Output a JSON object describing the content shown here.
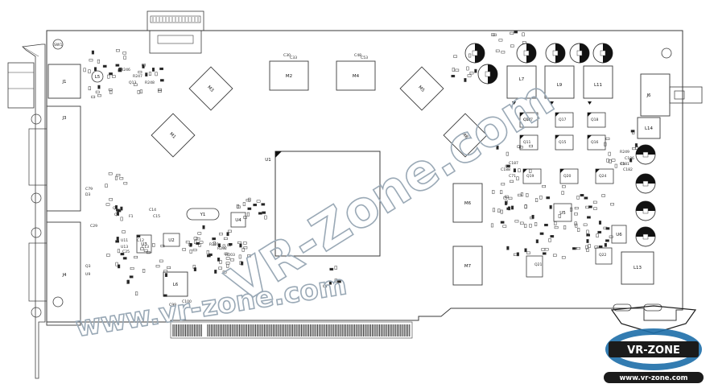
{
  "watermark": {
    "main": "VR-Zone.com",
    "url": "www.vr-zone.com",
    "logo_text": "VR-ZONE",
    "logo_url": "www.vr-zone.com"
  },
  "chips": {
    "U1": "U1",
    "M1": "M1",
    "M2": "M2",
    "M3": "M3",
    "M4": "M4",
    "M5": "M5",
    "M6": "M6",
    "M7": "M7",
    "M8": "M8",
    "U2": "U2",
    "U3": "U3",
    "U4": "U4",
    "U5": "U5",
    "U6": "U6",
    "Y1": "Y1"
  },
  "connectors": {
    "J1": "J1",
    "J3": "J3",
    "J4": "J4",
    "J6": "J6",
    "SW1": "SW1"
  },
  "inductors": {
    "L1": "L1",
    "L5": "L5",
    "L7": "L7",
    "L9": "L9",
    "L11": "L11",
    "L13": "L13",
    "L14": "L14",
    "L6": "L6"
  },
  "small_labels": [
    "Q14",
    "Q17",
    "Q18",
    "Q11",
    "Q15",
    "Q16",
    "Q19",
    "Q20",
    "Q24",
    "Q21",
    "Q22",
    "Q13",
    "R246",
    "R247",
    "R248",
    "R249",
    "C181",
    "C182",
    "C186",
    "C187",
    "C188",
    "C71",
    "C79",
    "D3",
    "Q1",
    "Q2",
    "Q3",
    "U9",
    "U11",
    "U13",
    "C25",
    "C29",
    "C30",
    "C33",
    "C48",
    "C53",
    "R201",
    "R202",
    "R203",
    "C12",
    "C13",
    "C14",
    "C15",
    "F1",
    "C99",
    "C100",
    "C107"
  ],
  "colors": {
    "line": "#3a3a3a",
    "watermark": "#9aa9b6",
    "logo_blue": "#1d6ea9",
    "logo_dark": "#1b1b1b"
  }
}
